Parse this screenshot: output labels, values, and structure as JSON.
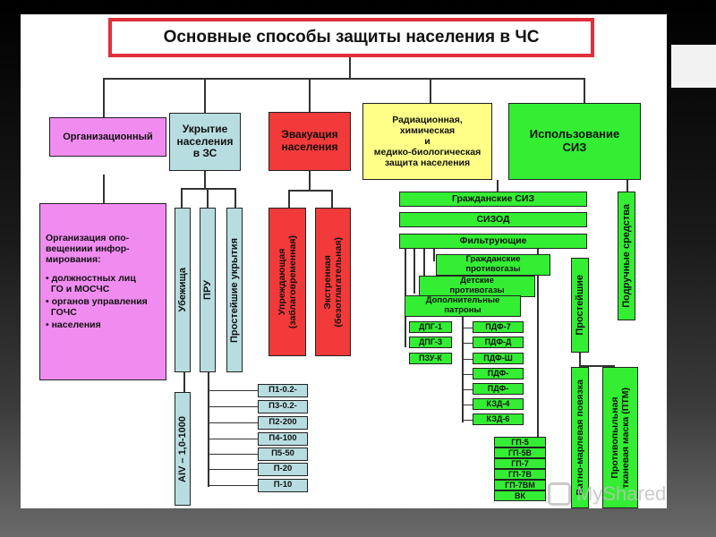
{
  "title": "Основные способы защиты населения в ЧС",
  "categories": {
    "org": "Организационный",
    "shelter": "Укрытие\nнаселения\nв ЗС",
    "evac": "Эвакуация\nнаселения",
    "rchbz": "Радиационная,\nхимическая\nи\nмедико-биологическая\nзащита населения",
    "siz": "Использование\nСИЗ"
  },
  "org_detail": {
    "heading": "Организация опо-\nвещениии инфор-\nмирования:",
    "items": [
      "• должностных лиц\n  ГО и МОСЧС",
      "• органов управления\n  ГОЧС",
      "• населения"
    ]
  },
  "shelter_types": [
    "Убежища",
    "ПРУ",
    "Простейшие укрытия"
  ],
  "shelter_class": "AIV – 1,0-1000",
  "pru_types": [
    "П1-0.2-",
    "П3-0.2-",
    "П2-200",
    "П4-100",
    "П5-50",
    "П-20",
    "П-10"
  ],
  "evac_types": [
    "Упреждающая\n(заблаговременная)",
    "Экстренная\n(безотлагательная)"
  ],
  "siz_groups": [
    "Гражданские СИЗ",
    "СИЗОД",
    "Фильтрующие"
  ],
  "filter_types": [
    "Гражданские\nпротивогазы",
    "Детские\nпротивогазы",
    "Дополнительные\nпатроны"
  ],
  "cartridges_left": [
    "ДПГ-1",
    "ДПГ-3",
    "ПЗУ-К"
  ],
  "cartridges_right": [
    "ПДФ-7",
    "ПДФ-Д",
    "ПДФ-Ш",
    "ПДФ-",
    "ПДФ-",
    "КЗД-4",
    "КЗД-6"
  ],
  "gp_types": [
    "ГП-5",
    "ГП-5В",
    "ГП-7",
    "ГП-7В",
    "ГП-7ВМ",
    "ВК"
  ],
  "simplest": "Простейшие",
  "improvised": "Подручные средства",
  "bandages": [
    "Ватно-марлевая повязка",
    "Противопыльная\nтканевая маска (ПТМ)"
  ],
  "watermark": "MyShared",
  "colors": {
    "pink": "#f08cf0",
    "blue": "#b8dde0",
    "red": "#f23a3a",
    "yellow": "#ffff88",
    "green": "#33ee33",
    "title_border": "#e0303a"
  }
}
